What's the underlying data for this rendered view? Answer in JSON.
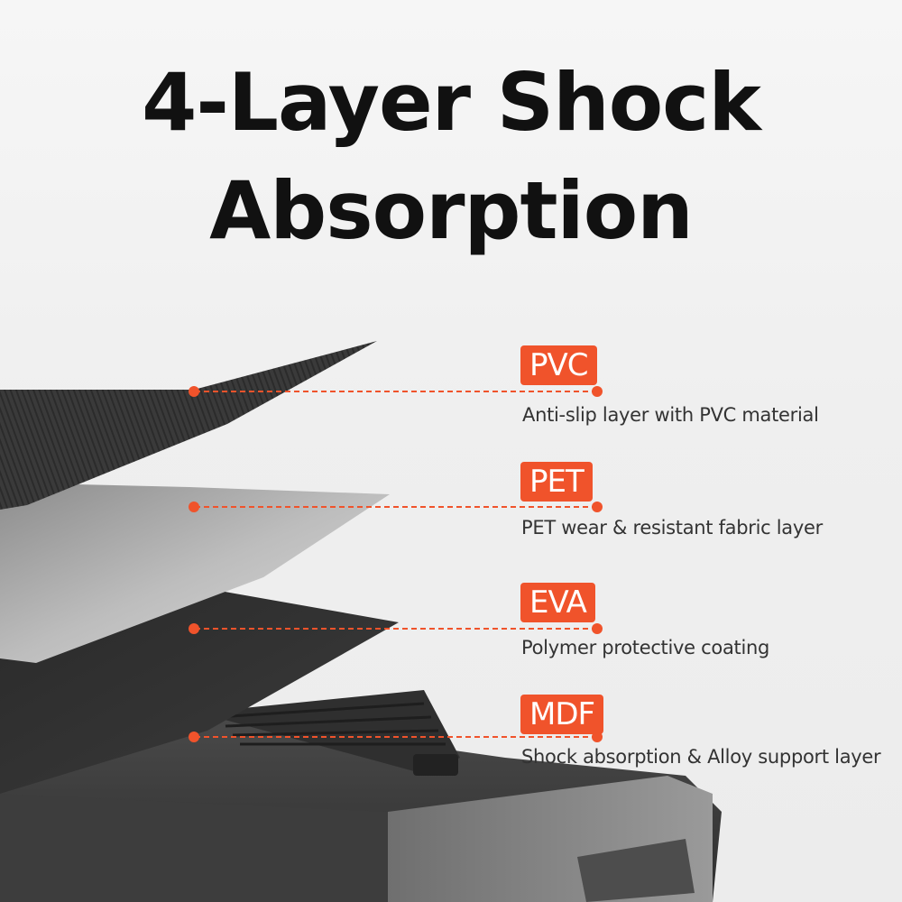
{
  "title": {
    "line1": "4-Layer Shock",
    "line2": "Absorption"
  },
  "layers": [
    {
      "tag": "PVC",
      "description": "Anti-slip layer with PVC material"
    },
    {
      "tag": "PET",
      "description": "PET wear  & resistant fabric layer"
    },
    {
      "tag": "EVA",
      "description": "Polymer protective coating"
    },
    {
      "tag": "MDF",
      "description": "Shock absorption & Alloy support layer"
    }
  ],
  "colors": {
    "accent": "#f0532b",
    "title": "#111111",
    "background": "#f2f2f2"
  }
}
